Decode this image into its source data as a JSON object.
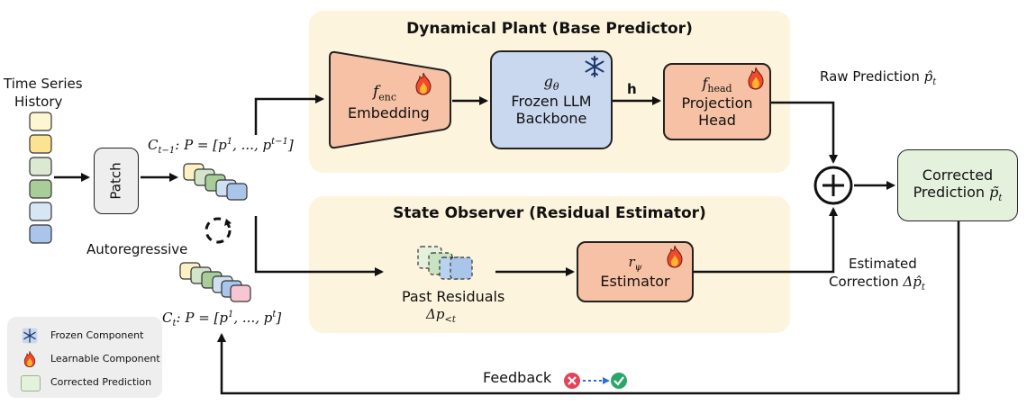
{
  "input": {
    "title_line1": "Time Series",
    "title_line2": "History",
    "patch_label": "Patch"
  },
  "context_prev": {
    "lhs": "C",
    "lhs_sub": "t−1",
    "rhs_a": ": P = [p",
    "sup1": "1",
    "rhs_b": ", ..., p",
    "sup2": "t−1",
    "rhs_c": "]"
  },
  "context_curr": {
    "lhs": "C",
    "lhs_sub": "t",
    "rhs_a": ": P = [p",
    "sup1": "1",
    "rhs_b": ", ..., p",
    "sup2": "t",
    "rhs_c": "]"
  },
  "autoregressive_label": "Autoregressive",
  "plant": {
    "title": "Dynamical Plant (Base Predictor)",
    "encoder": {
      "symbol": "f",
      "symbol_sub": "enc",
      "label": "Embedding"
    },
    "backbone": {
      "symbol": "g",
      "symbol_sub": "θ",
      "line1": "Frozen LLM",
      "line2": "Backbone"
    },
    "h_label": "h",
    "head": {
      "symbol": "f",
      "symbol_sub": "head",
      "line1": "Projection",
      "line2": "Head"
    }
  },
  "raw_prediction": {
    "text": "Raw Prediction",
    "symbol": "p̂",
    "symbol_sub": "t"
  },
  "corrected": {
    "line1": "Corrected",
    "line2": "Prediction",
    "symbol": "p̃",
    "symbol_sub": "t"
  },
  "observer": {
    "title": "State Observer (Residual Estimator)",
    "past_label": "Past Residuals",
    "past_symbol": "Δp",
    "past_symbol_sub": "<t",
    "estimator": {
      "symbol": "r",
      "symbol_sub": "ψ",
      "label": "Estimator"
    }
  },
  "estimated_correction": {
    "line1": "Estimated",
    "line2": "Correction",
    "symbol": "Δp̂",
    "symbol_sub": "t"
  },
  "feedback_label": "Feedback",
  "legend": {
    "frozen": "Frozen Component",
    "learnable": "Learnable Component",
    "corrected": "Corrected Prediction"
  },
  "colors": {
    "panel": "#fdf4dd",
    "orange": "#f6c1a4",
    "blue": "#c9d7ef",
    "green": "#e4f1dd"
  }
}
